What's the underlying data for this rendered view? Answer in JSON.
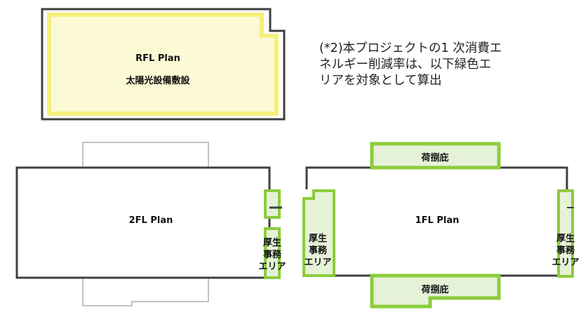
{
  "colors": {
    "outline": "#3f3f3f",
    "green": "#8ccc3c",
    "green_fill": "#e6f2d8",
    "yellow": "#f5f07a",
    "yellow_fill": "#fcfad4"
  },
  "rfl": {
    "title": "RFL Plan",
    "subtitle": "太陽光設備敷設"
  },
  "note": {
    "lines": [
      "(*2)本プロジェクトの1 次消費エ",
      "ネルギー削減率は、以下緑色エ",
      "リアを対象として算出"
    ]
  },
  "fl2": {
    "title": "2FL Plan",
    "welfare_lines": [
      "厚生",
      "事務",
      "エリア"
    ]
  },
  "fl1": {
    "title": "1FL Plan",
    "loading_top": "荷捌庇",
    "loading_bottom": "荷捌庇",
    "welfare_left_lines": [
      "厚生",
      "事務",
      "エリア"
    ],
    "welfare_right_lines": [
      "厚生",
      "事務",
      "エリア"
    ]
  }
}
